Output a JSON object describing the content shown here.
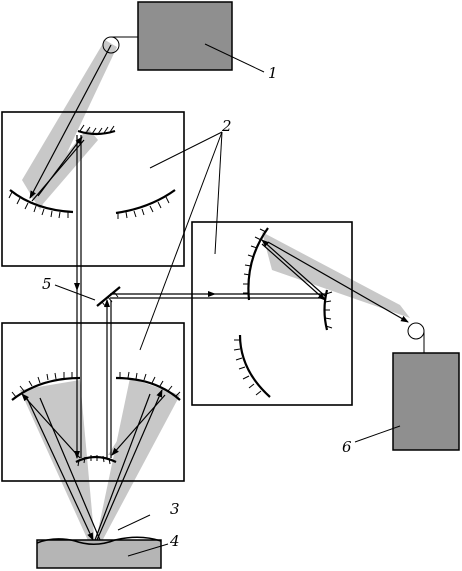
{
  "labels": {
    "l1": "1",
    "l2": "2",
    "l3": "3",
    "l4": "4",
    "l5": "5",
    "l6": "6"
  },
  "colors": {
    "beam_fill": "#c8c8c8",
    "device_fill": "#8f8f8f",
    "sample_fill": "#b5b5b5"
  }
}
